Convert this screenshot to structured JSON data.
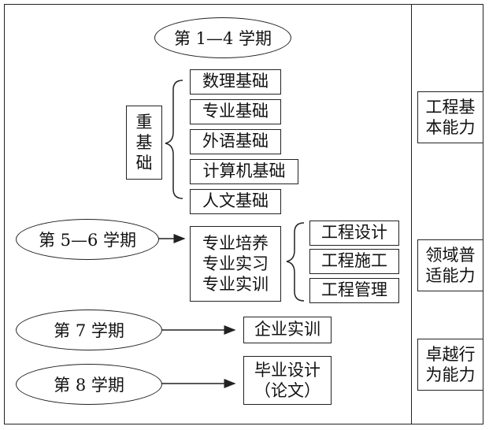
{
  "phases": {
    "phase1": "第 1—4 学期",
    "phase2": "第 5—6 学期",
    "phase3": "第 7 学期",
    "phase4": "第 8 学期"
  },
  "emphasis": {
    "line1": "重",
    "line2": "基",
    "line3": "础"
  },
  "foundations": [
    "数理基础",
    "专业基础",
    "外语基础",
    "计算机基础",
    "人文基础"
  ],
  "training": [
    "专业培养",
    "专业实习",
    "专业实训"
  ],
  "engineering": [
    "工程设计",
    "工程施工",
    "工程管理"
  ],
  "enterprise": "企业实训",
  "graduation": {
    "line1": "毕业设计",
    "line2": "（论文）"
  },
  "abilities": [
    {
      "line1": "工程基",
      "line2": "本能力"
    },
    {
      "line1": "领域普",
      "line2": "适能力"
    },
    {
      "line1": "卓越行",
      "line2": "为能力"
    }
  ]
}
